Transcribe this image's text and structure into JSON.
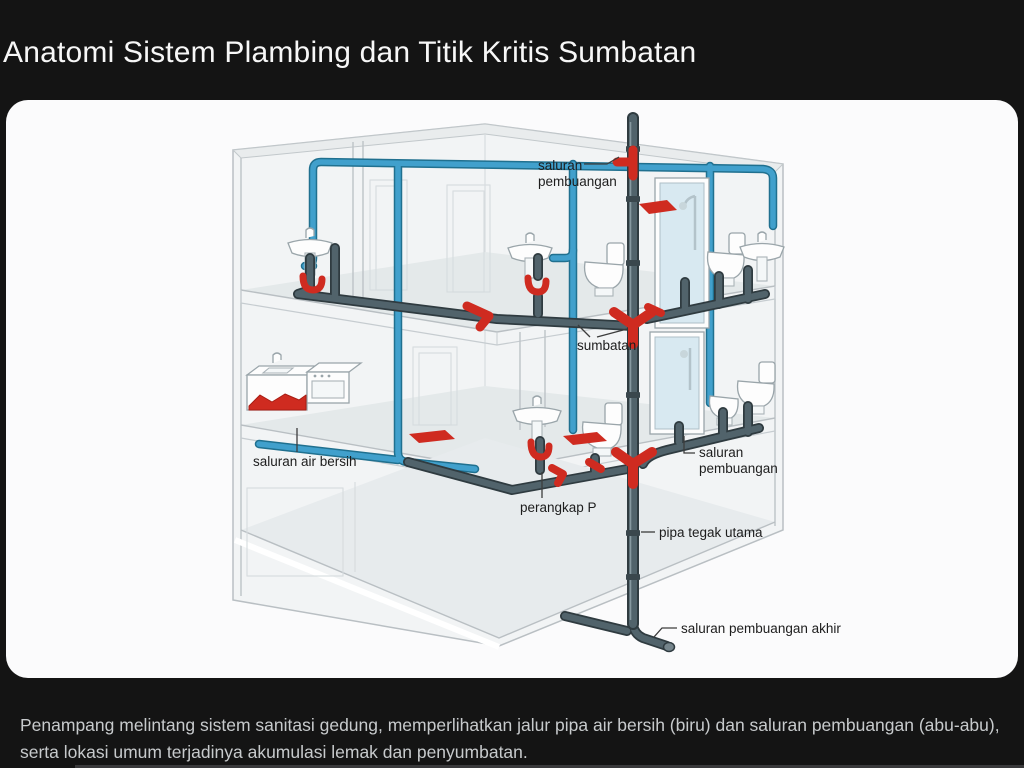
{
  "title": "Anatomi Sistem Plambing dan Titik Kritis Sumbatan",
  "figure": {
    "labels": {
      "drain_top_line1": "saluran",
      "drain_top_line2": "pembuangan",
      "blockage": "sumbatan",
      "clean_water": "saluran air bersih",
      "p_trap": "perangkap P",
      "drain_right_line1": "saluran",
      "drain_right_line2": "pembuangan",
      "main_stack": "pipa tegak utama",
      "final_drain": "saluran pembuangan akhir"
    },
    "colors": {
      "clean_pipe_blue": "#3b98c6",
      "drain_pipe_gray": "#51636b",
      "blockage_red": "#cf2b20"
    }
  },
  "caption": "Penampang melintang sistem sanitasi gedung, memperlihatkan jalur pipa air bersih (biru) dan saluran pembuangan (abu-abu), serta lokasi umum terjadinya akumulasi lemak dan penyumbatan."
}
